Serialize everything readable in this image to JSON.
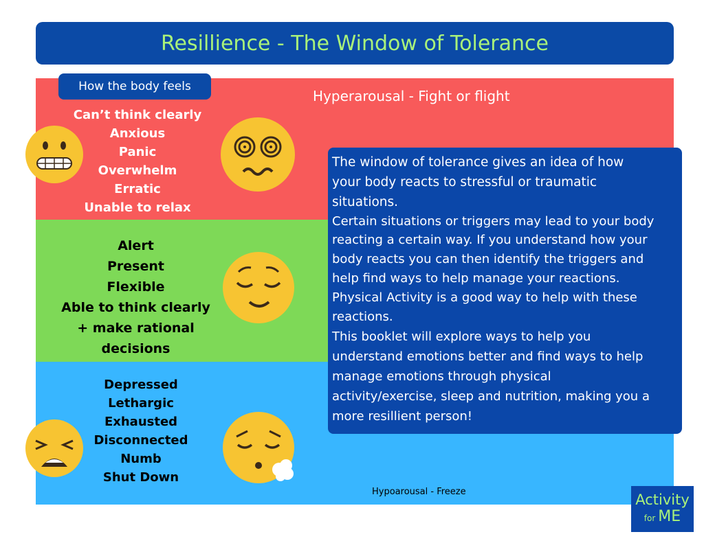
{
  "title": "Resillience - The Window of Tolerance",
  "label_pill": "How the body feels",
  "hyperarousal_label": "Hyperarousal - Fight or flight",
  "hypoarousal_label": "Hypoarousal - Freeze",
  "hyper_items": [
    "Can’t think clearly",
    "Anxious",
    "Panic",
    "Overwhelm",
    "Erratic",
    "Unable to relax"
  ],
  "window_items": [
    "Alert",
    "Present",
    "Flexible",
    "Able to think clearly",
    "+ make rational decisions"
  ],
  "hypo_items": [
    "Depressed",
    "Lethargic",
    "Exhausted",
    "Disconnected",
    "Numb",
    "Shut Down"
  ],
  "info_lines": [
    "The window of tolerance gives an idea of how",
    "your body reacts to stressful or traumatic",
    "situations.",
    "Certain situations or triggers may  lead to your body",
    "reacting a certain way. If you understand how your",
    "body reacts you can then identify the triggers and",
    "help find ways to help manage your reactions.",
    "Physical Activity is a good way to help with these",
    "reactions.",
    "This booklet will explore ways to help you",
    "understand emotions better and find ways to help",
    "manage emotions through physical",
    "activity/exercise, sleep and nutrition, making you a",
    "more resillient person!"
  ],
  "logo": {
    "line1": "Activity",
    "line2a": "for",
    "line2b": "ME"
  },
  "colors": {
    "title_bg": "#0b4aa6",
    "title_text": "#a9f27a",
    "hyper": "#f85a5a",
    "window": "#7ed957",
    "hypo": "#38b6ff"
  }
}
